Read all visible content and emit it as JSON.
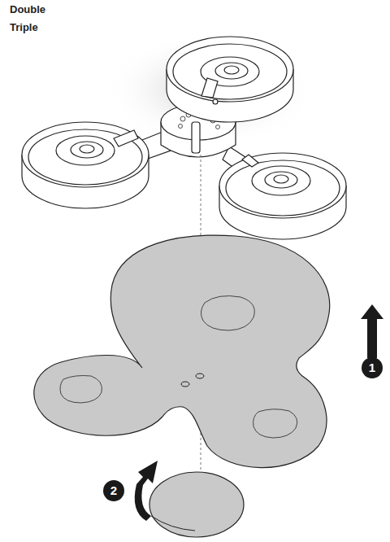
{
  "diagram": {
    "labels": [
      "Double",
      "Triple",
      "1",
      "2"
    ]
  }
}
